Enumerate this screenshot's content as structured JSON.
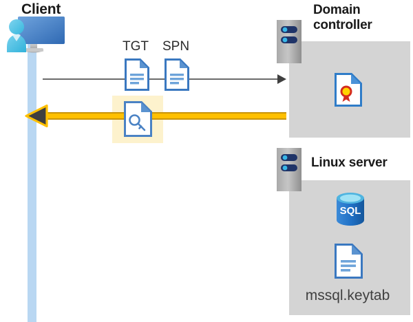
{
  "diagram": {
    "title": "Kerberos authentication flow between client, domain controller and Linux SQL server",
    "colors": {
      "panel_gray": "#d4d4d4",
      "lifeline_blue": "#b9d7f2",
      "arrow_yellow": "#ffc000",
      "arrow_yellow_border": "#c8940a",
      "highlight_yellow": "#fdf2cd",
      "request_line_gray": "#6b6b6b",
      "doc_blue": "#3a78c0",
      "sql_blue": "#1b67b8",
      "cert_red": "#d42b1e",
      "cert_gold": "#ffd400",
      "heading_text": "#1a1a1a",
      "caption_text": "#404040"
    }
  },
  "client": {
    "title": "Client",
    "icon": "user-workstation-icon",
    "lifeline": "client-lifeline"
  },
  "flow": {
    "request": {
      "direction": "left-to-right",
      "arrow": "request-arrow",
      "documents": [
        {
          "label": "TGT",
          "icon": "document-icon"
        },
        {
          "label": "SPN",
          "icon": "document-icon"
        }
      ]
    },
    "response": {
      "direction": "right-to-left",
      "arrow": "response-arrow",
      "highlighted": true,
      "document": {
        "label": "",
        "icon": "document-key-icon"
      }
    }
  },
  "domain_controller": {
    "title": "Domain\ncontroller",
    "rack_icon": "server-rack-icon",
    "contents": [
      {
        "icon": "certificate-document-icon",
        "label": ""
      }
    ]
  },
  "linux_server": {
    "title": "Linux server",
    "rack_icon": "server-rack-icon",
    "contents": [
      {
        "icon": "sql-database-icon",
        "label": "SQL"
      },
      {
        "icon": "document-icon",
        "label": "mssql.keytab"
      }
    ],
    "keytab_caption": "mssql.keytab"
  }
}
